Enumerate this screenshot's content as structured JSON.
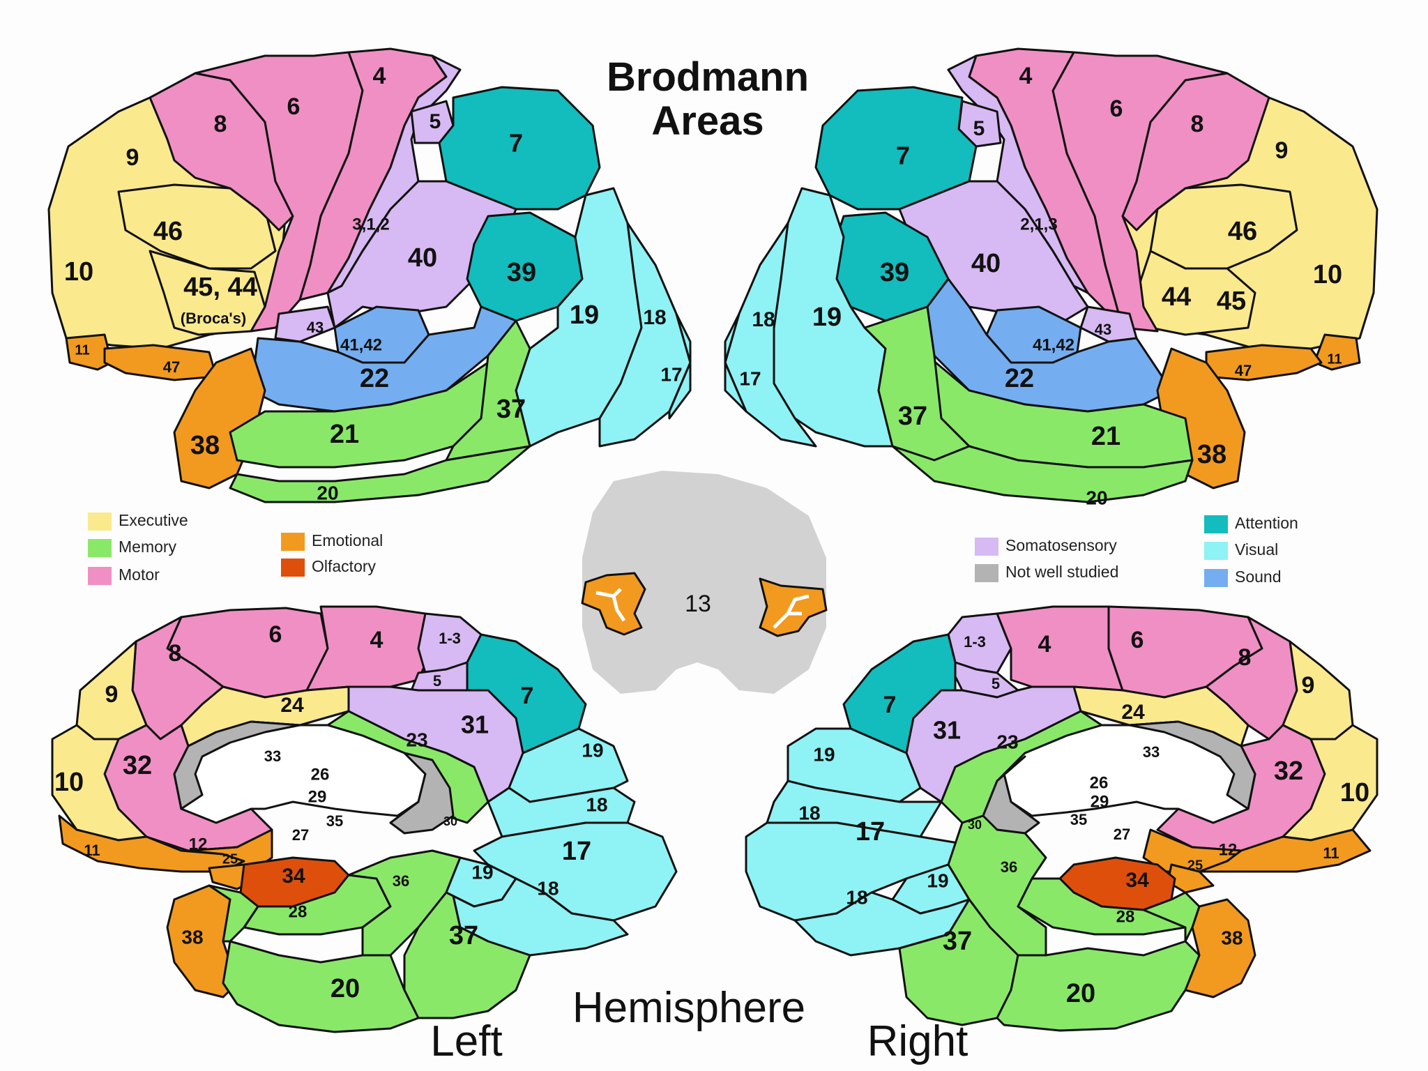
{
  "title": {
    "line1": "Brodmann",
    "line2": "Areas"
  },
  "bottom": {
    "hemisphere": "Hemisphere",
    "left": "Left",
    "right": "Right"
  },
  "colors": {
    "executive": "#fbe98e",
    "memory": "#8ae869",
    "motor": "#f08fc4",
    "emotional": "#f29a1f",
    "olfactory": "#df4f0c",
    "somatosensory": "#d7b9f3",
    "not_well_studied": "#b3b3b3",
    "attention": "#13bcbd",
    "visual": "#8ff2f4",
    "sound": "#74aef0"
  },
  "legend": [
    {
      "key": "executive",
      "label": "Executive"
    },
    {
      "key": "memory",
      "label": "Memory"
    },
    {
      "key": "motor",
      "label": "Motor"
    },
    {
      "key": "emotional",
      "label": "Emotional"
    },
    {
      "key": "olfactory",
      "label": "Olfactory"
    },
    {
      "key": "somatosensory",
      "label": "Somatosensory"
    },
    {
      "key": "not_well_studied",
      "label": "Not well studied"
    },
    {
      "key": "attention",
      "label": "Attention"
    },
    {
      "key": "visual",
      "label": "Visual"
    },
    {
      "key": "sound",
      "label": "Sound"
    }
  ],
  "lateral_left": {
    "a9": "9",
    "a8": "8",
    "a6": "6",
    "a4": "4",
    "a5": "5",
    "a7": "7",
    "a46": "46",
    "a10": "10",
    "a4544": "45, 44",
    "brocas": "(Broca's)",
    "a312": "3,1,2",
    "a40": "40",
    "a39": "39",
    "a19": "19",
    "a18": "18",
    "a17": "17",
    "a43": "43",
    "a4142": "41,42",
    "a22": "22",
    "a11": "11",
    "a47": "47",
    "a38": "38",
    "a21": "21",
    "a37": "37",
    "a20": "20"
  },
  "lateral_right": {
    "a4": "4",
    "a6": "6",
    "a8": "8",
    "a9": "9",
    "a5": "5",
    "a7": "7",
    "a46": "46",
    "a10": "10",
    "a44": "44",
    "a45": "45",
    "a213": "2,1,3",
    "a40": "40",
    "a39": "39",
    "a19": "19",
    "a18": "18",
    "a17": "17",
    "a43": "43",
    "a4142": "41,42",
    "a22": "22",
    "a11": "11",
    "a47": "47",
    "a38": "38",
    "a21": "21",
    "a37": "37",
    "a20": "20"
  },
  "insula": {
    "a13": "13"
  },
  "medial_left": {
    "a6": "6",
    "a4": "4",
    "a13": "1-3",
    "a8": "8",
    "a5": "5",
    "a7": "7",
    "a9": "9",
    "a24": "24",
    "a31": "31",
    "a33": "33",
    "a23": "23",
    "a32": "32",
    "a10": "10",
    "a26": "26",
    "a29": "29",
    "a19": "19",
    "a18": "18",
    "a27": "27",
    "a35": "35",
    "a30": "30",
    "a17": "17",
    "a11": "11",
    "a12": "12",
    "a25": "25",
    "a34": "34",
    "a36": "36",
    "a19b": "19",
    "a18b": "18",
    "a28": "28",
    "a38": "38",
    "a37": "37",
    "a20": "20"
  },
  "medial_right": {
    "a13": "1-3",
    "a4": "4",
    "a6": "6",
    "a8": "8",
    "a5": "5",
    "a7": "7",
    "a9": "9",
    "a24": "24",
    "a31": "31",
    "a23": "23",
    "a33": "33",
    "a32": "32",
    "a10": "10",
    "a19": "19",
    "a26": "26",
    "a29": "29",
    "a18": "18",
    "a17": "17",
    "a35": "35",
    "a27": "27",
    "a30": "30",
    "a36": "36",
    "a12": "12",
    "a11": "11",
    "a25": "25",
    "a34": "34",
    "a19b": "19",
    "a28": "28",
    "a18b": "18",
    "a37": "37",
    "a38": "38",
    "a20": "20"
  }
}
